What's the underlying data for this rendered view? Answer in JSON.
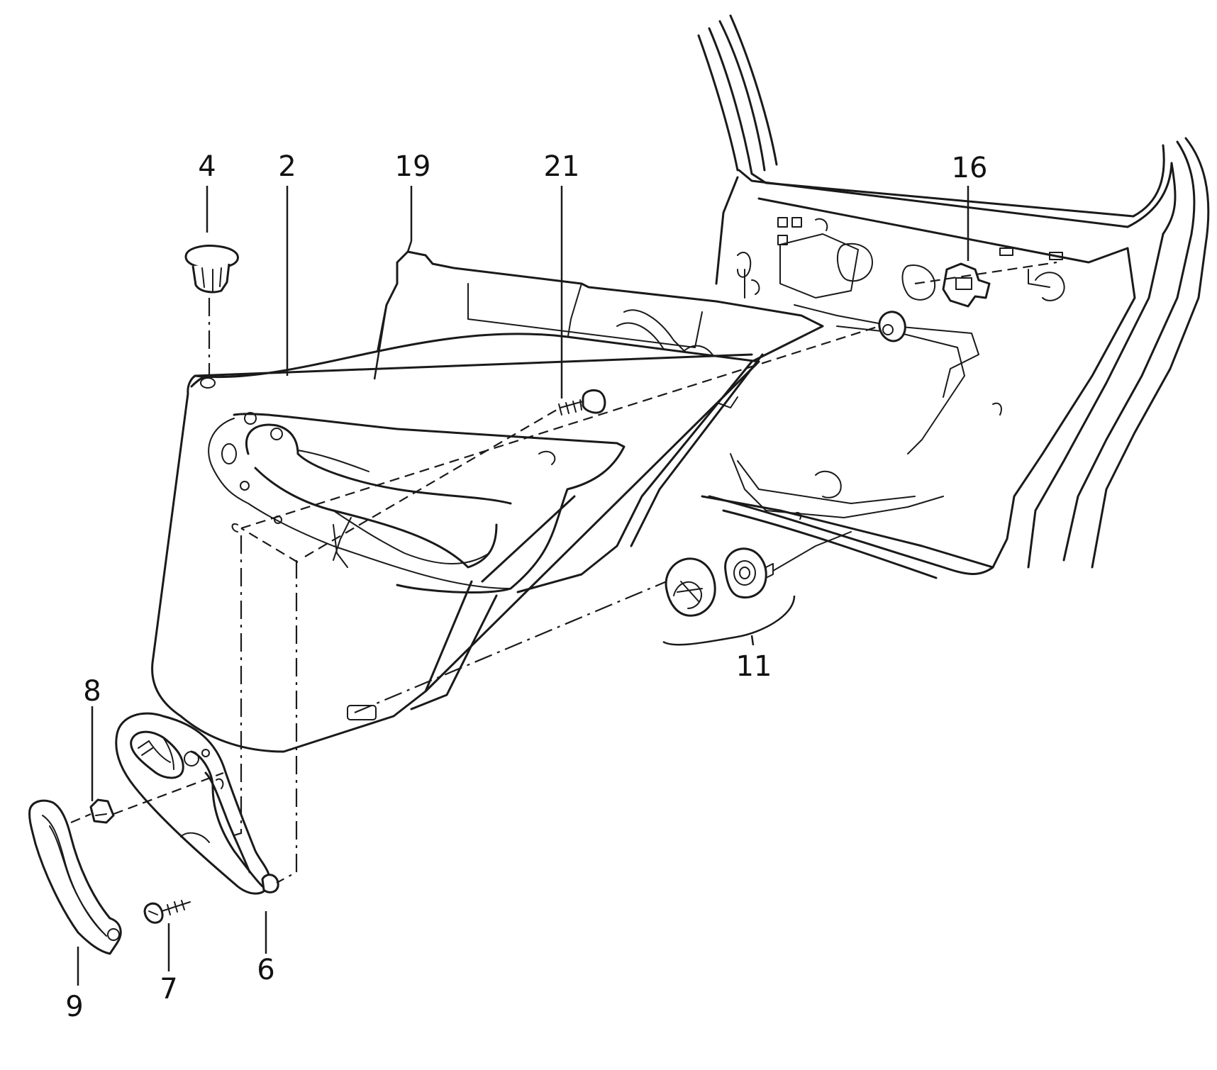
{
  "diagram": {
    "callouts": [
      {
        "id": "4",
        "label": "4"
      },
      {
        "id": "2",
        "label": "2"
      },
      {
        "id": "19",
        "label": "19"
      },
      {
        "id": "21",
        "label": "21"
      },
      {
        "id": "16",
        "label": "16"
      },
      {
        "id": "11",
        "label": "11"
      },
      {
        "id": "8",
        "label": "8"
      },
      {
        "id": "9",
        "label": "9"
      },
      {
        "id": "7",
        "label": "7"
      },
      {
        "id": "6",
        "label": "6"
      }
    ]
  },
  "colors": {
    "ink": "#1a1a1a",
    "background": "#ffffff"
  }
}
